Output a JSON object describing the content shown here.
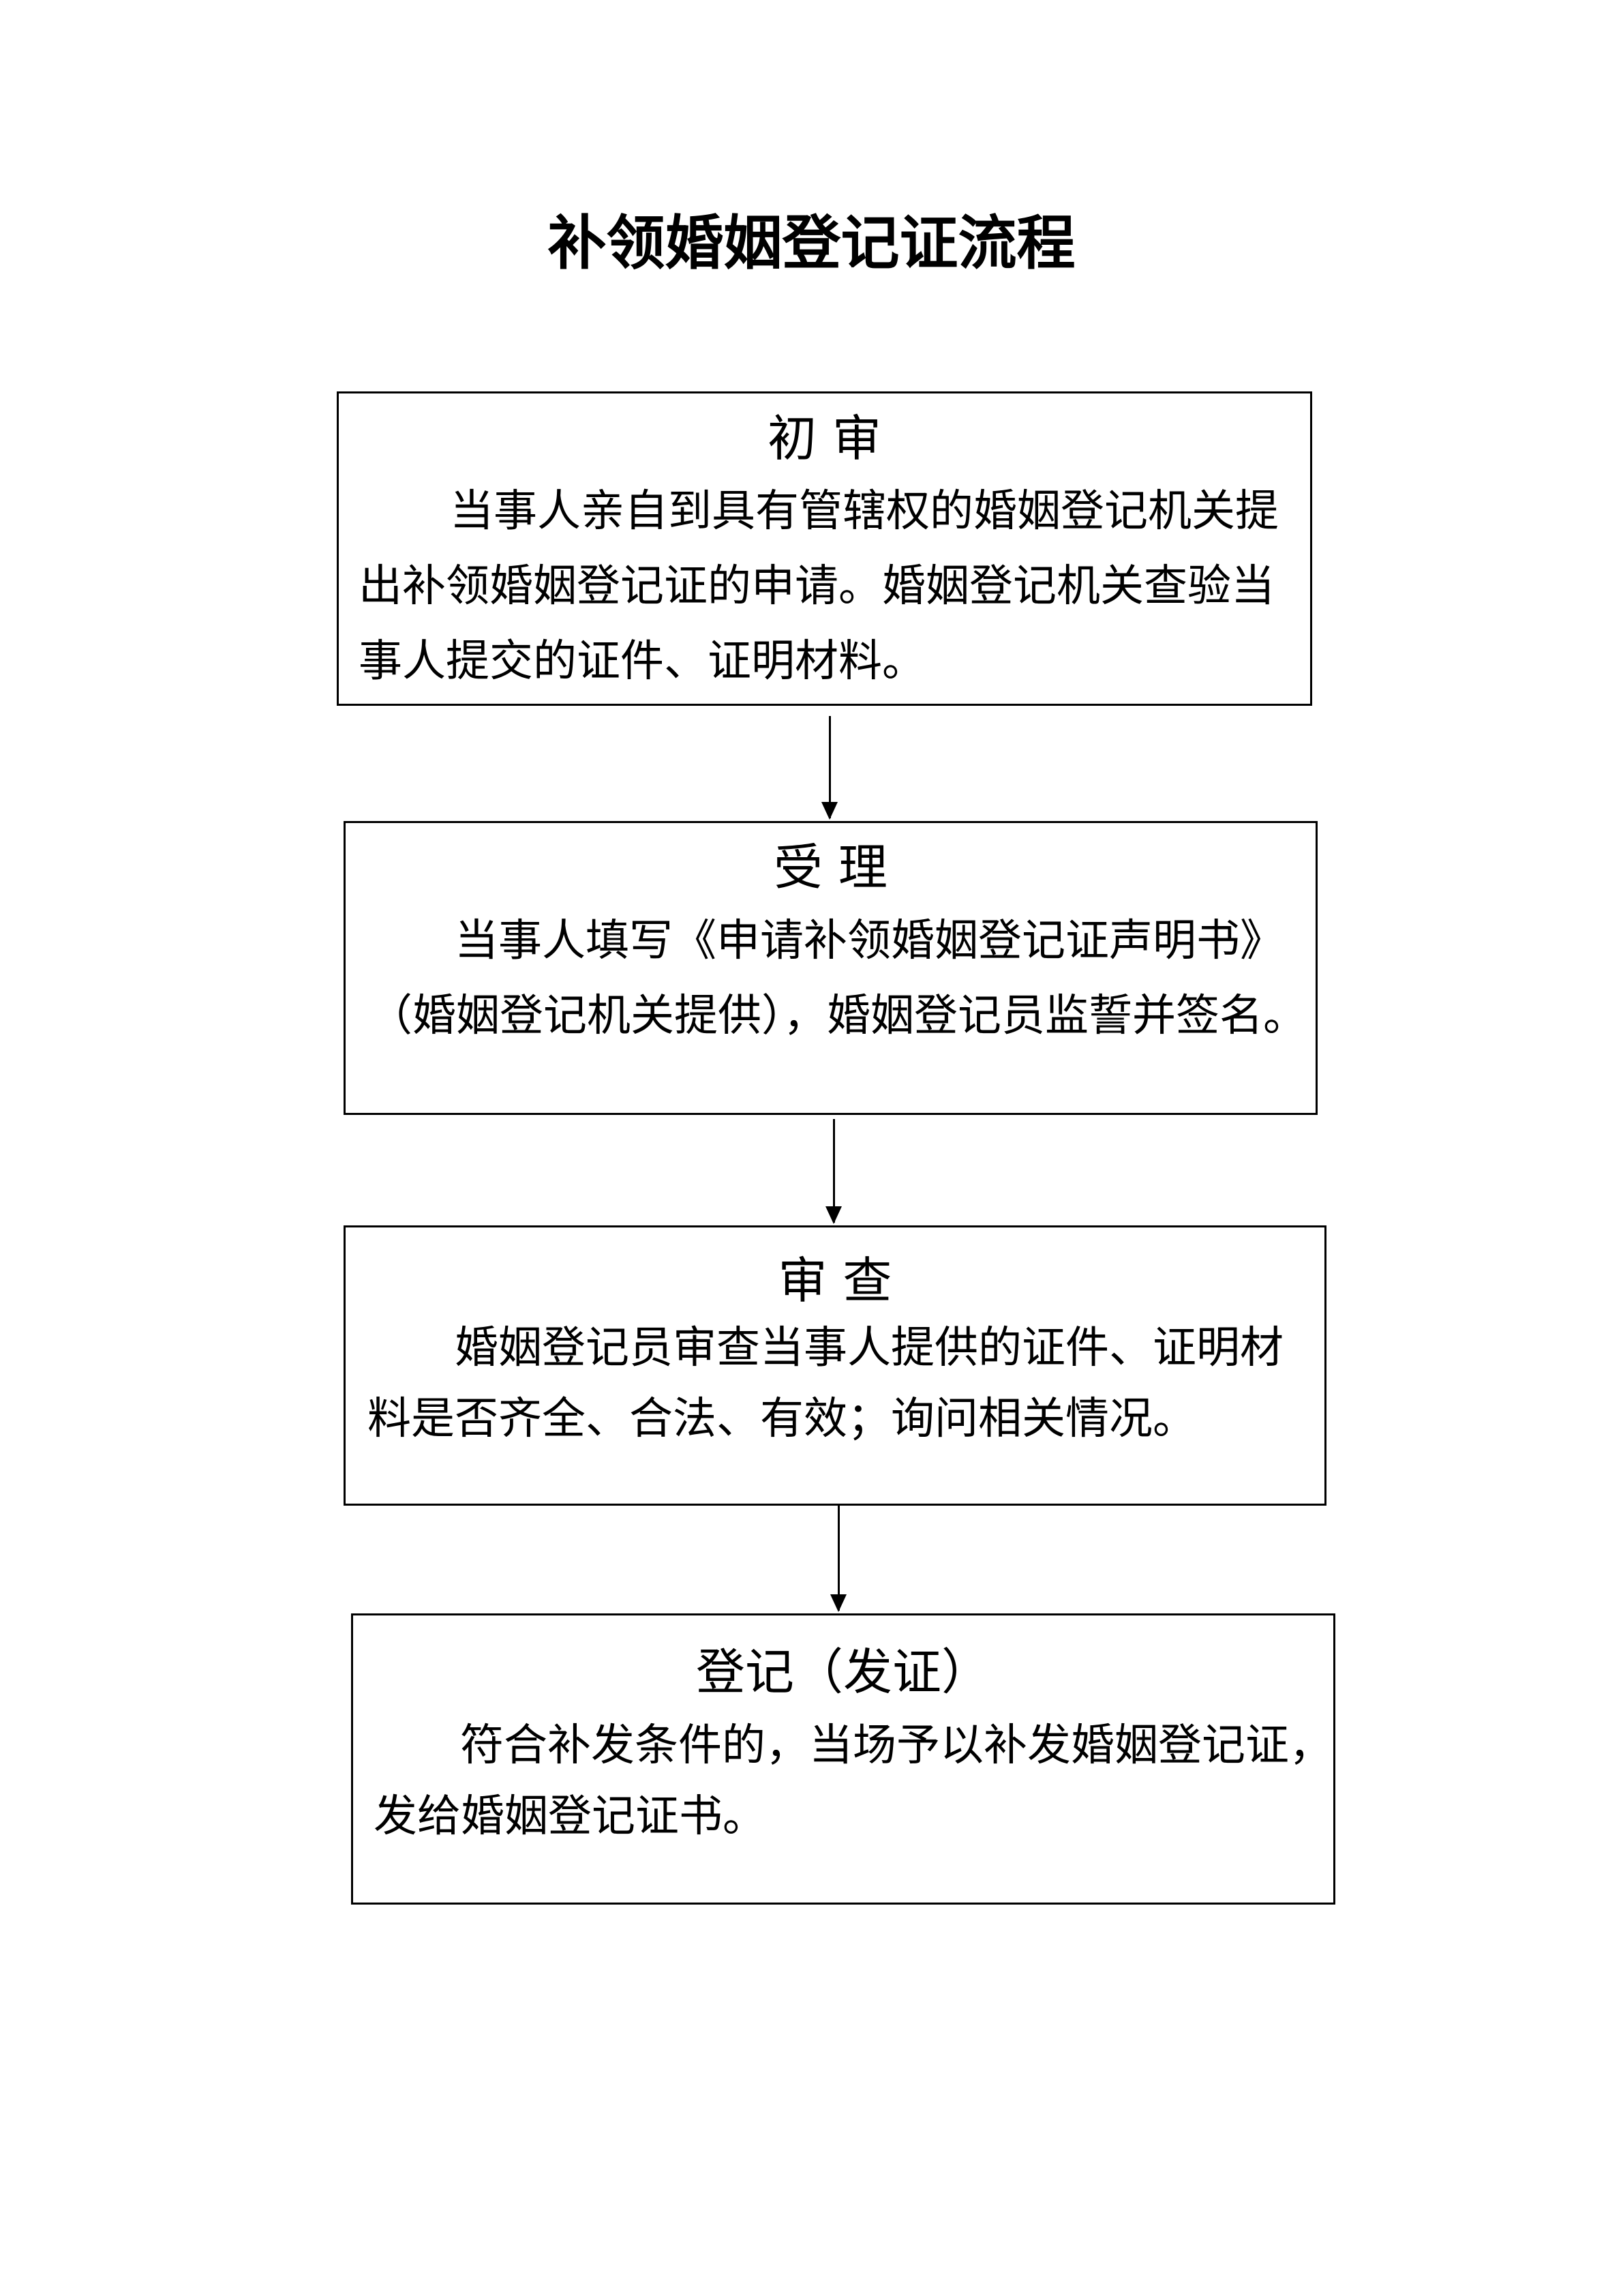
{
  "title": "补领婚姻登记证流程",
  "steps": [
    {
      "heading": "初 审",
      "lines": [
        "当事人亲自到具有管辖权的婚姻登记机关提",
        "出补领婚姻登记证的申请。婚姻登记机关查验当",
        "事人提交的证件、证明材料。"
      ]
    },
    {
      "heading": "受 理",
      "lines": [
        "当事人填写《申请补领婚姻登记证声明书》",
        "（婚姻登记机关提供），婚姻登记员监誓并签名。"
      ]
    },
    {
      "heading": "审 查",
      "lines": [
        "婚姻登记员审查当事人提供的证件、证明材",
        "料是否齐全、合法、有效；询问相关情况。"
      ]
    },
    {
      "heading": "登记（发证）",
      "lines": [
        "符合补发条件的，当场予以补发婚姻登记证，",
        "发给婚姻登记证书。"
      ]
    }
  ]
}
